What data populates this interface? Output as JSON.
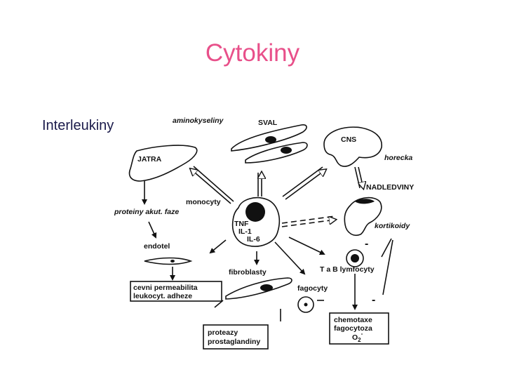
{
  "slide": {
    "title": "Cytokiny",
    "subtitle": "Interleukiny"
  },
  "diagram": {
    "aminokyseliny": "aminokyseliny",
    "sval": "SVAL",
    "cns": "CNS",
    "horecka": "horecka",
    "jatra": "JATRA",
    "nadledviny": "NADLEDVINY",
    "monocyty": "monocyty",
    "proteiny": "proteiny akut. faze",
    "kortikoidy": "kortikoidy",
    "tnf": "TNF",
    "il1": "IL-1",
    "il6": "IL-6",
    "endotel": "endotel",
    "fibroblasty": "fibroblasty",
    "lymfocyty": "T a B lymfocyty",
    "fagocyty": "fagocyty",
    "cevni_1": "cevni permeabilita",
    "cevni_2": "leukocyt. adheze",
    "chemo_1": "chemotaxe",
    "chemo_2": "fagocytoza",
    "chemo_3": "O",
    "chemo_3_sub": "2",
    "chemo_3_sup": "-",
    "prot_1": "proteazy",
    "prot_2": "prostaglandiny",
    "minus_1": "-",
    "minus_2": "-"
  },
  "colors": {
    "title": "#e8508a",
    "subtitle": "#1a1a4a",
    "ink": "#111111"
  }
}
